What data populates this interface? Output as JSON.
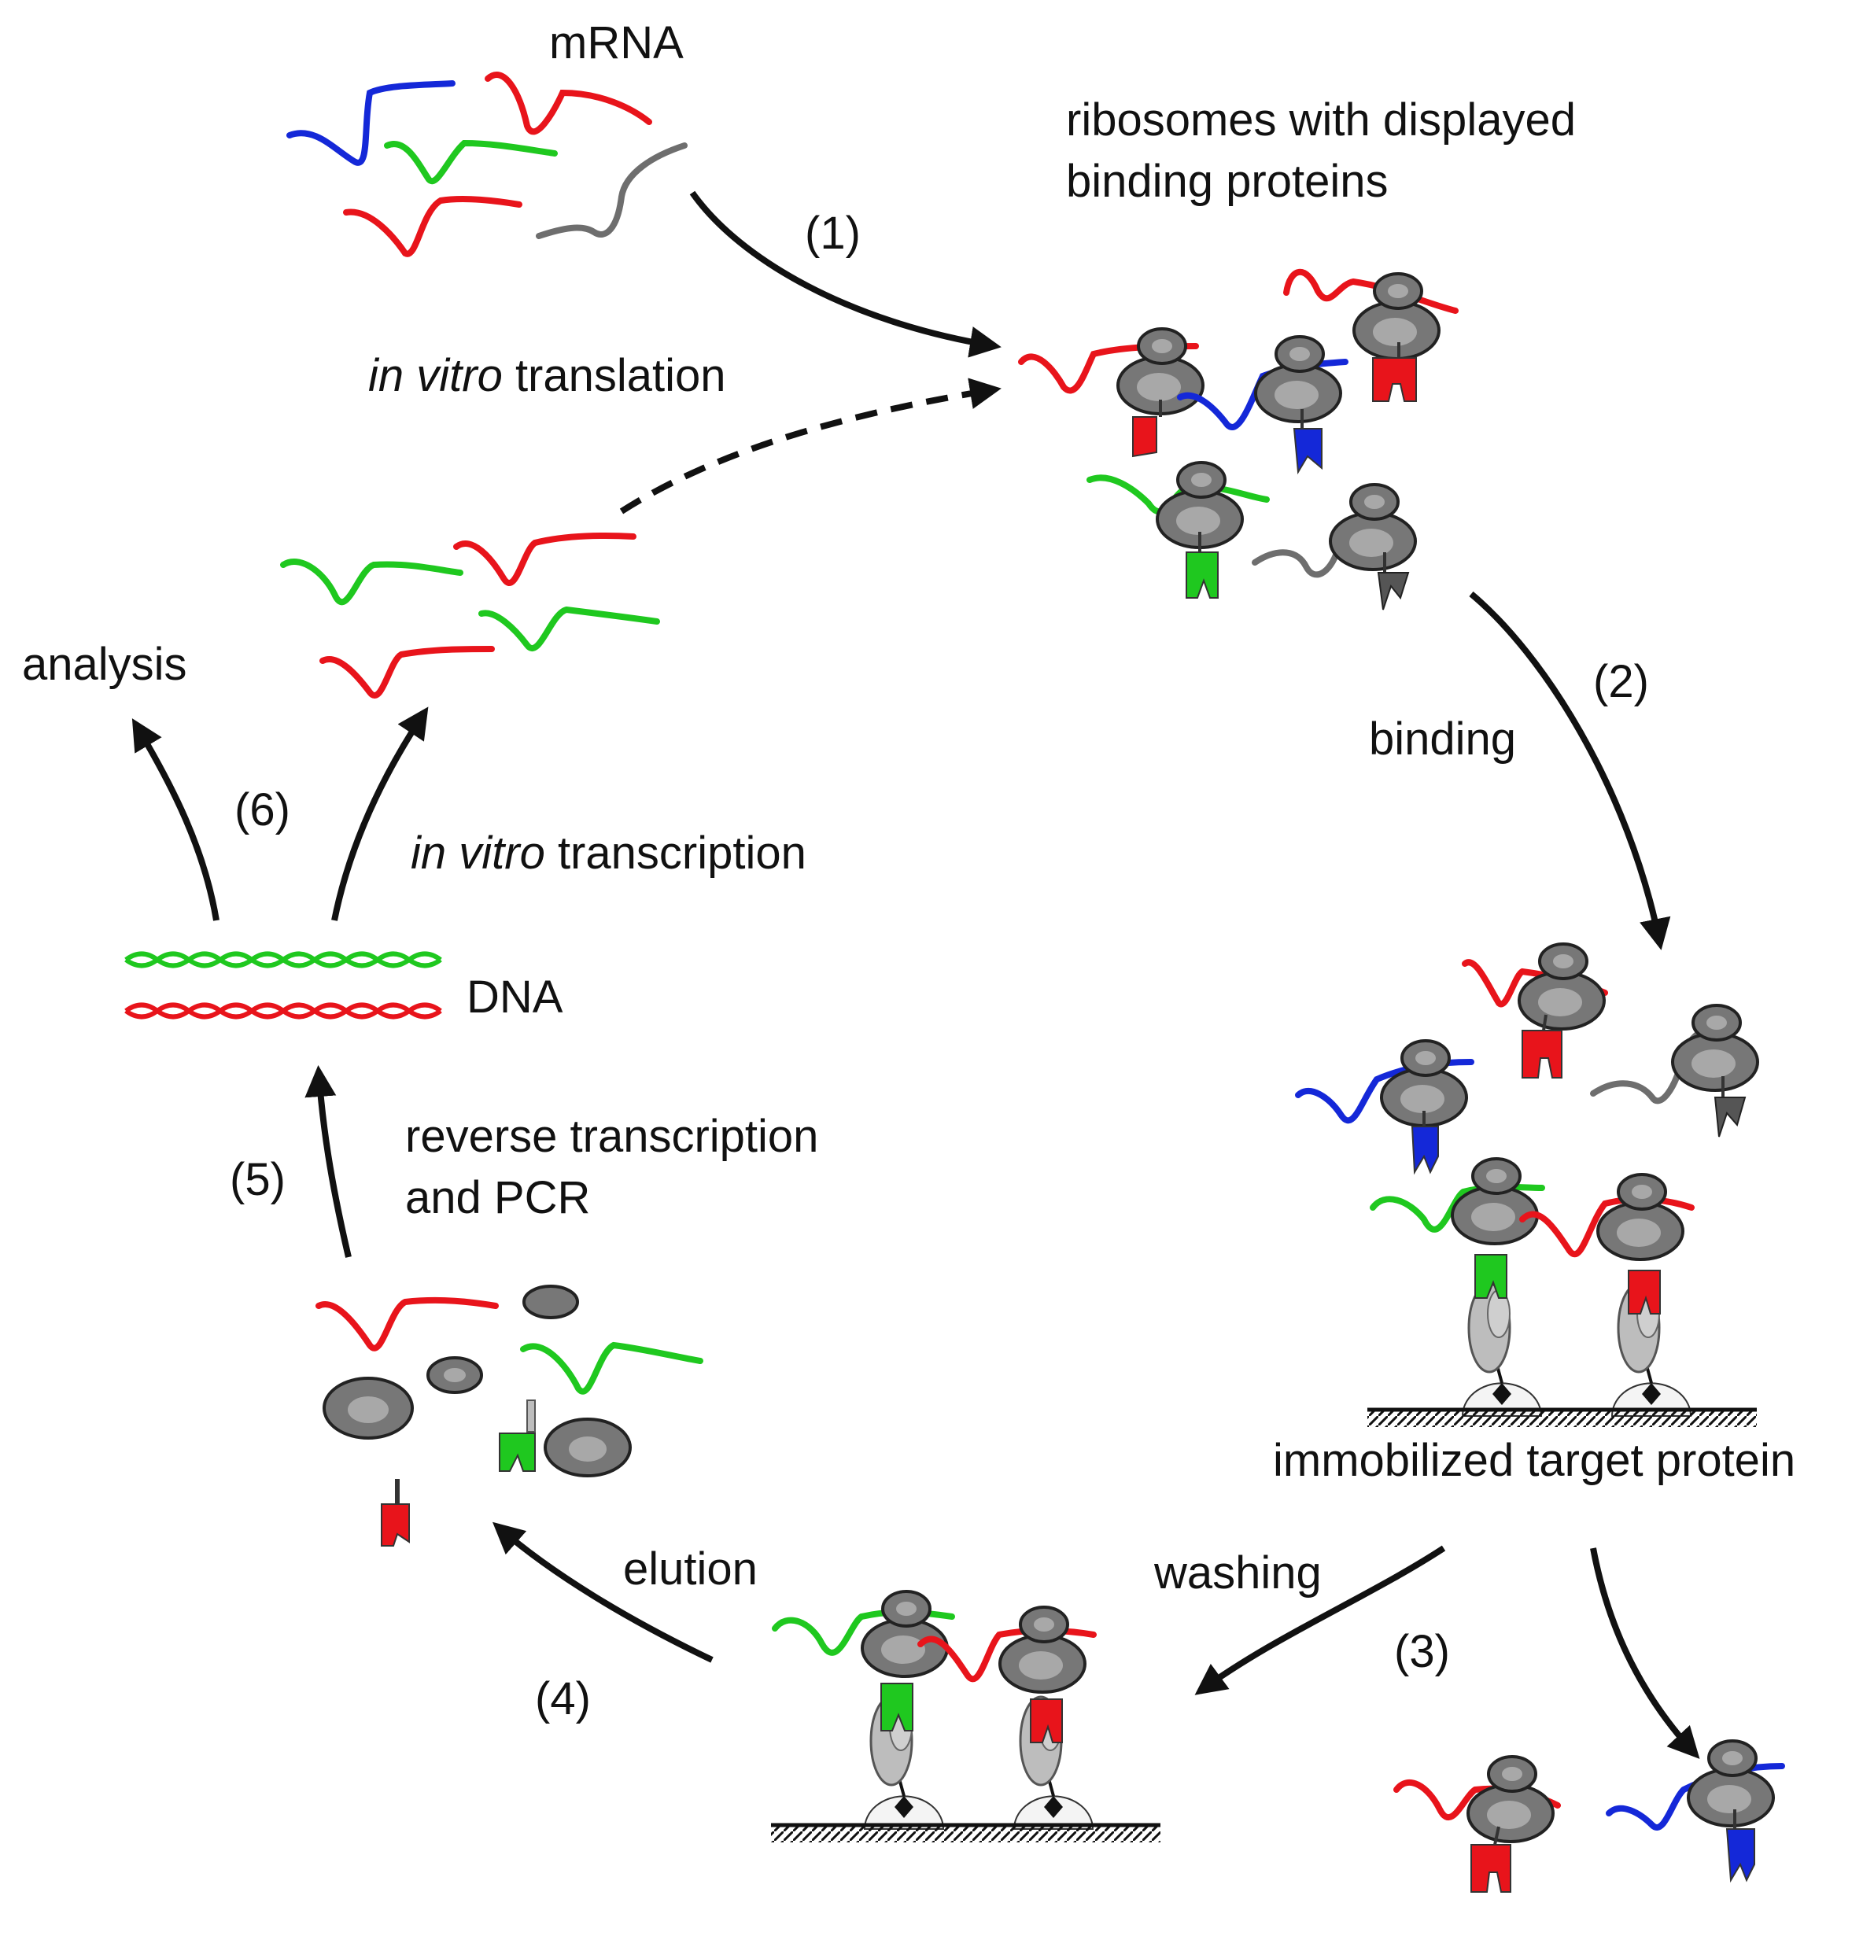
{
  "labels": {
    "mrna": "mRNA",
    "ribosomes_line1": "ribosomes with displayed",
    "ribosomes_line2": "binding proteins",
    "step1": "(1)",
    "translation_italic": "in vitro",
    "translation_rest": " translation",
    "step2": "(2)",
    "binding": "binding",
    "immobilized": "immobilized target protein",
    "washing": "washing",
    "step3": "(3)",
    "elution": "elution",
    "step4": "(4)",
    "reverse_line1": "reverse transcription",
    "reverse_line2": "and PCR",
    "step5": "(5)",
    "dna": "DNA",
    "step6": "(6)",
    "transcription_italic": "in vitro",
    "transcription_rest": " transcription",
    "analysis": "analysis"
  },
  "colors": {
    "red": "#e8141b",
    "green": "#1fc81f",
    "blue": "#1428d8",
    "gray_strand": "#6e6e6e",
    "ribosome": "#7a7a7a",
    "ribosome_dark": "#2b2b2b",
    "target": "#b8b8b8",
    "arrow": "#111111"
  }
}
